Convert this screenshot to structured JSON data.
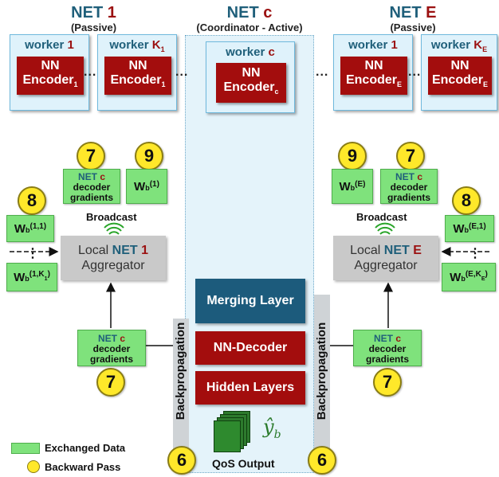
{
  "net1": {
    "title": "NET",
    "index": "1",
    "subtitle": "(Passive)"
  },
  "netc": {
    "title": "NET",
    "index": "c",
    "subtitle": "(Coordinator - Active)"
  },
  "netE": {
    "title": "NET",
    "index": "E",
    "subtitle": "(Passive)"
  },
  "workers": {
    "w1_1": {
      "label": "worker",
      "index": "1",
      "encoder": "NN",
      "encoder2": "Encoder",
      "sub": "1"
    },
    "w1_K": {
      "label": "worker",
      "index": "K",
      "index_sub": "1",
      "encoder": "NN",
      "encoder2": "Encoder",
      "sub": "1"
    },
    "wc": {
      "label": "worker",
      "index": "c",
      "encoder": "NN",
      "encoder2": "Encoder",
      "sub": "c"
    },
    "wE_1": {
      "label": "worker",
      "index": "1",
      "encoder": "NN",
      "encoder2": "Encoder",
      "sub": "E"
    },
    "wE_K": {
      "label": "worker",
      "index": "K",
      "index_sub": "E",
      "encoder": "NN",
      "encoder2": "Encoder",
      "sub": "E"
    }
  },
  "ellipsis": "...",
  "center": {
    "merging": "Merging Layer",
    "decoder": "NN-Decoder",
    "hidden": "Hidden Layers",
    "output_symbol": "ŷ",
    "output_sub": "b",
    "output_label": "QoS Output"
  },
  "backprop": "Backpropagation",
  "circles": {
    "seven": "7",
    "nine": "9",
    "eight": "8",
    "six": "6"
  },
  "netc_gradients": {
    "net": "NET",
    "c": "c",
    "line2": "decoder",
    "line3": "gradients"
  },
  "weights": {
    "wb": "W",
    "b": "b",
    "w1": "(1)",
    "wE": "(E)",
    "w11": "(1,1)",
    "w1K": "(1,K",
    "w1K_sub": "1",
    "wE1": "(E,1)",
    "wEK": "(E,K",
    "wEK_sub": "E",
    "close": ")"
  },
  "aggregator": {
    "broadcast": "Broadcast",
    "local": "Local",
    "net": "NET",
    "idx1": "1",
    "idxE": "E",
    "agg": "Aggregator"
  },
  "legend": {
    "exchanged": "Exchanged Data",
    "backward": "Backward Pass"
  },
  "colors": {
    "encoder": "#a30d0d",
    "merging": "#1c5b7c",
    "decoder": "#a30d0d",
    "green": "#7fe27c",
    "yellow": "#ffe82a"
  }
}
